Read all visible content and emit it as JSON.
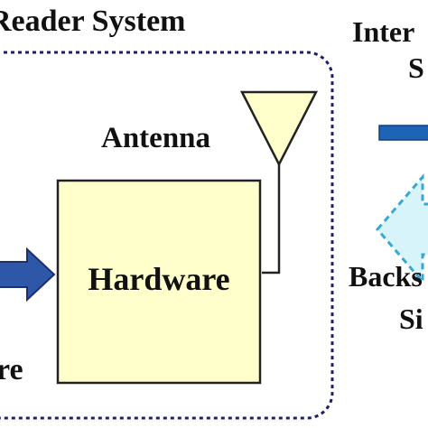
{
  "labels": {
    "reader_system": "Reader System",
    "antenna": "Antenna",
    "hardware": "Hardware",
    "software_fragment": "re",
    "interrogation_line1": "Inter",
    "interrogation_line2": "S",
    "backscatter_line1": "Backs",
    "backscatter_line2": "Si"
  },
  "colors": {
    "border": "#1b1f6e",
    "hardware_fill": "#ffffcc",
    "antenna_fill": "#ffffcc",
    "input_arrow": "#2e57a7",
    "interrogation_bar": "#1e64b4",
    "backscatter_arrow_fill": "#d8f4fb",
    "backscatter_arrow_stroke": "#35a9d4"
  }
}
